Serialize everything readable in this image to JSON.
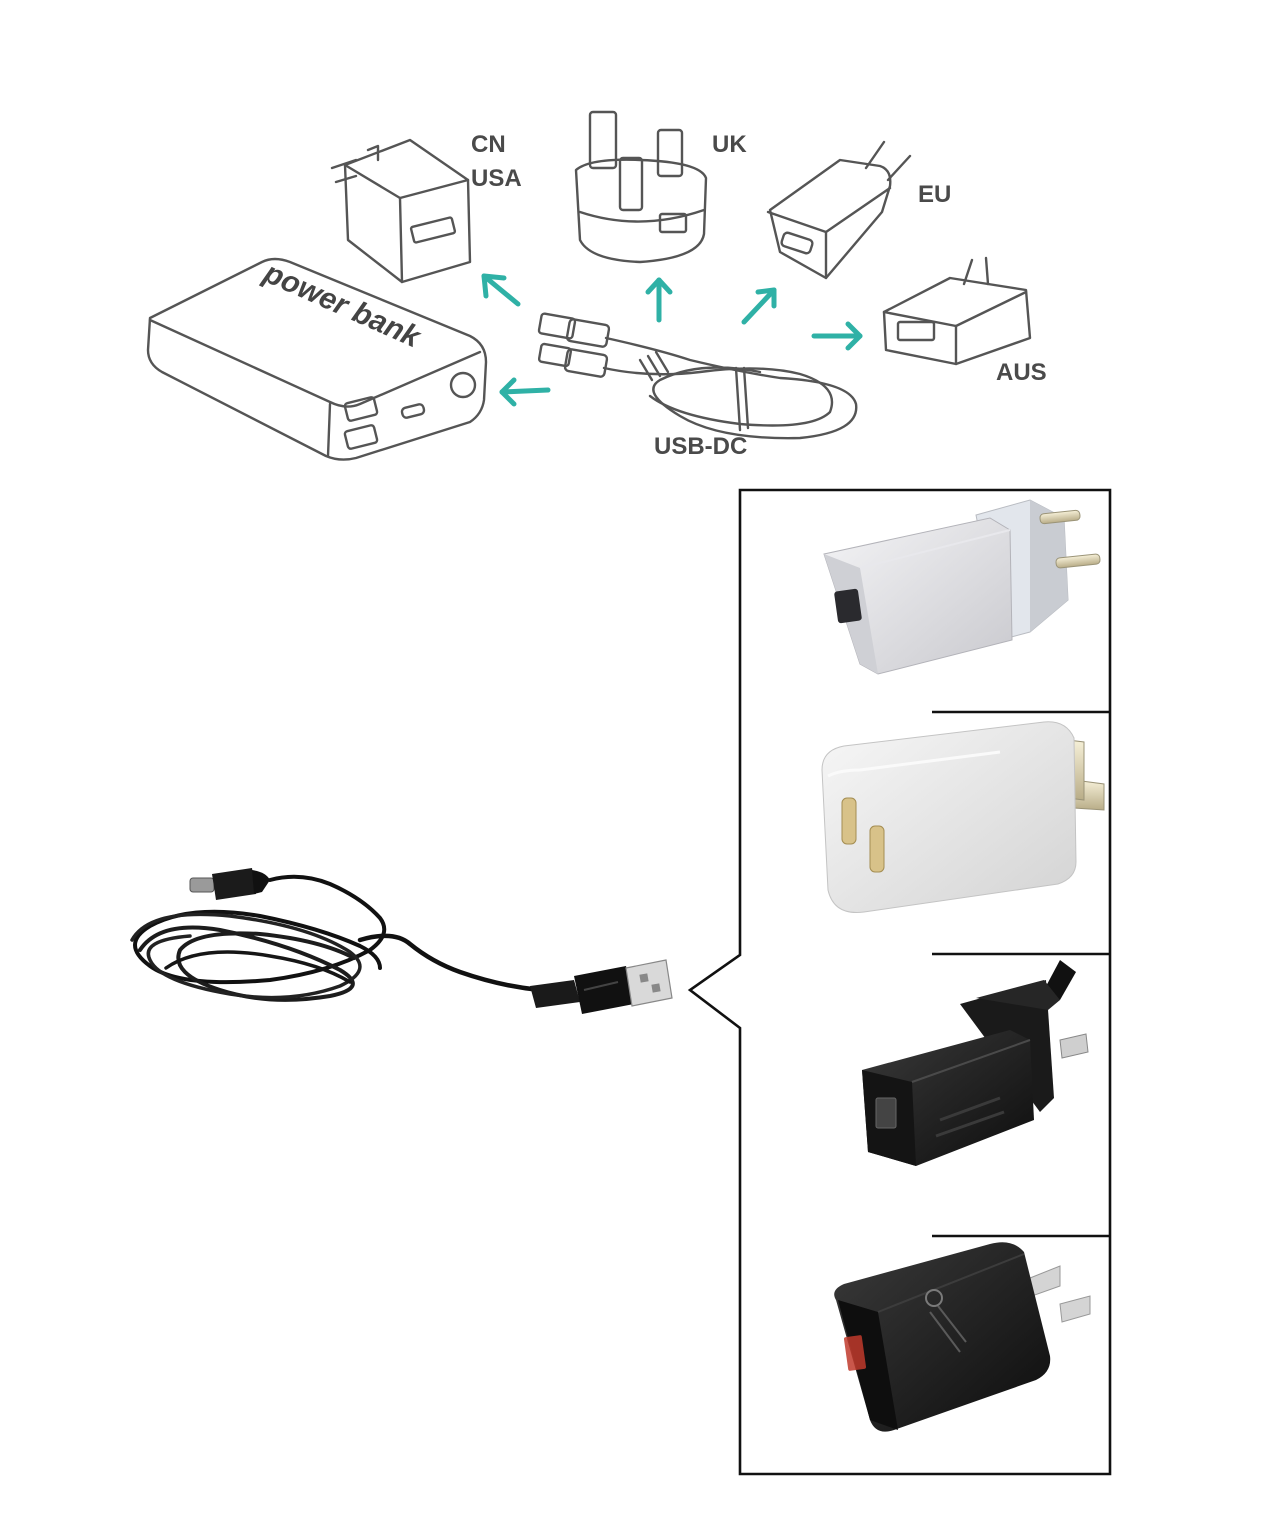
{
  "top_diagram": {
    "adapters": [
      {
        "id": "cn-usa",
        "label_lines": [
          "CN",
          "USA"
        ]
      },
      {
        "id": "uk",
        "label_lines": [
          "UK"
        ]
      },
      {
        "id": "eu",
        "label_lines": [
          "EU"
        ]
      },
      {
        "id": "aus",
        "label_lines": [
          "AUS"
        ]
      }
    ],
    "power_bank_label": "power bank",
    "cable_label": "USB-DC",
    "arrow_color": "#2fb1a6"
  },
  "photo_panel": {
    "adapters": [
      {
        "id": "eu-photo",
        "color": "white",
        "plug_type": "EU"
      },
      {
        "id": "cn-photo",
        "color": "white",
        "plug_type": "CN"
      },
      {
        "id": "uk-photo",
        "color": "black",
        "plug_type": "UK"
      },
      {
        "id": "aus-photo",
        "color": "black",
        "plug_type": "AUS"
      }
    ],
    "cable": "USB to DC cable"
  }
}
